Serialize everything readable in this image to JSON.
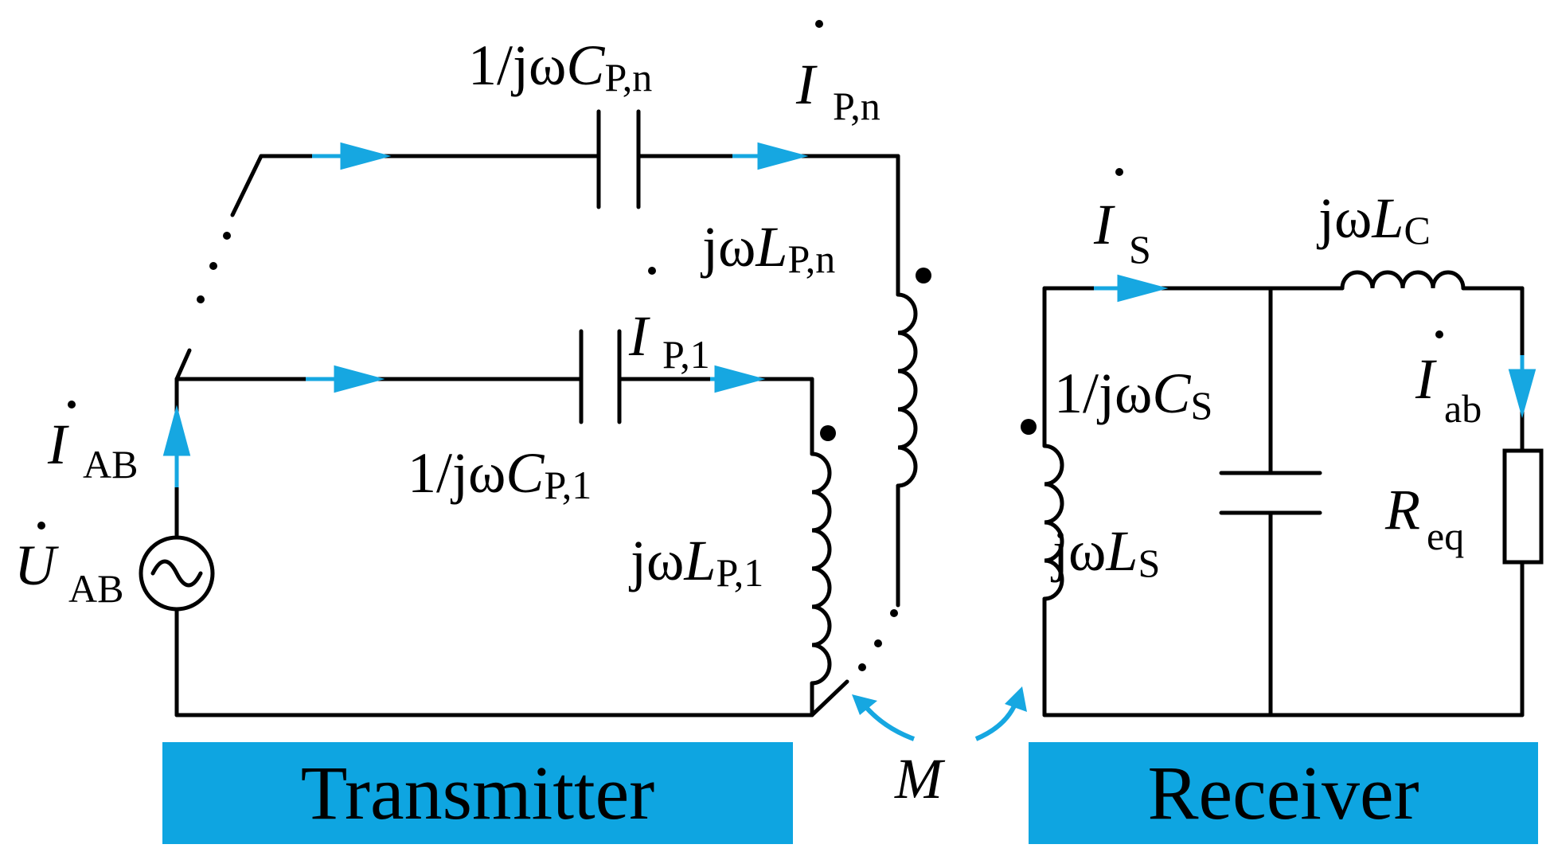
{
  "colors": {
    "wire": "#000000",
    "arrow": "#16a7e1",
    "section_box": "#0ea5e1"
  },
  "labels": {
    "cpn_prefix": "1/jω",
    "cpn_var": "C",
    "cpn_sub": "P,n",
    "ipn_var": "I",
    "ipn_sub": "P,n",
    "lpn_prefix": "jω",
    "lpn_var": "L",
    "lpn_sub": "P,n",
    "ip1_var": "I",
    "ip1_sub": "P,1",
    "cp1_prefix": "1/jω",
    "cp1_var": "C",
    "cp1_sub": "P,1",
    "lp1_prefix": "jω",
    "lp1_var": "L",
    "lp1_sub": "P,1",
    "iab_var": "I",
    "iab_sub": "AB",
    "uab_var": "U",
    "uab_sub": "AB",
    "is_var": "I",
    "is_sub": "S",
    "lc_prefix": "jω",
    "lc_var": "L",
    "lc_sub": "C",
    "cs_prefix": "1/jω",
    "cs_var": "C",
    "cs_sub": "S",
    "ls_prefix": "jω",
    "ls_var": "L",
    "ls_sub": "S",
    "iab2_var": "I",
    "iab2_sub": "ab",
    "req_var": "R",
    "req_sub": "eq",
    "mutual": "M"
  },
  "sections": {
    "transmitter": "Transmitter",
    "receiver": "Receiver"
  }
}
